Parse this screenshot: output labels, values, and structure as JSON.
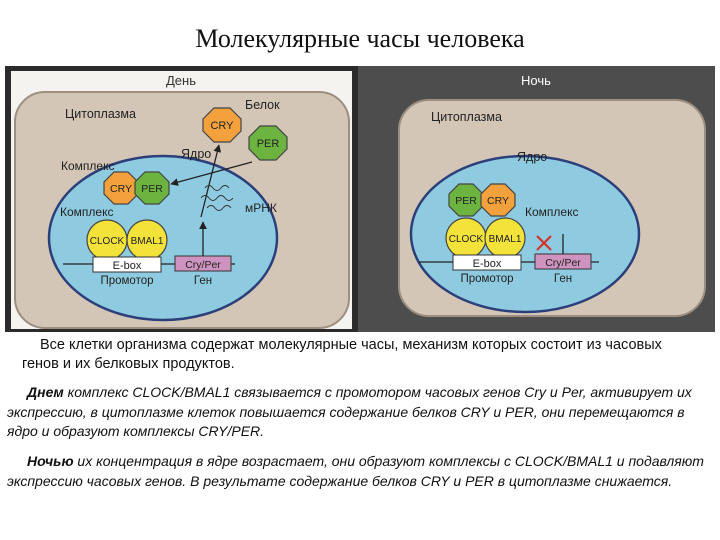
{
  "title": "Молекулярные часы человека",
  "colors": {
    "frame": "#2b2b2b",
    "day_bg": "#f4f3ef",
    "night_bg": "#4d4d4d",
    "cell": "#d4c6b6",
    "nucleus": "#8fcbe0",
    "cry": "#f2a13c",
    "per": "#6cb33f",
    "clock": "#f3e23a",
    "gene": "#cf93c0"
  },
  "day": {
    "header": "День",
    "cytoplasm": "Цитоплазма",
    "protein": "Белок",
    "cry": "CRY",
    "per": "PER",
    "complex_top": "Комплекс",
    "nucleus": "Ядро",
    "complex_cry": "CRY",
    "complex_per": "PER",
    "complex_mid": "Комплекс",
    "mrna": "мРНК",
    "clock": "CLOCK",
    "bmal": "BMAL1",
    "ebox": "E-box",
    "gene": "Cry/Per",
    "promoter": "Промотор",
    "gene_label": "Ген"
  },
  "night": {
    "header": "Ночь",
    "cytoplasm": "Цитоплазма",
    "nucleus": "Ядро",
    "per": "PER",
    "cry": "CRY",
    "complex": "Комплекс",
    "clock": "CLOCK",
    "bmal": "BMAL1",
    "ebox": "E-box",
    "gene": "Cry/Per",
    "promoter": "Промотор",
    "gene_label": "Ген"
  },
  "description": "Все клетки организма содержат молекулярные часы, механизм которых состоит из часовых генов и их белковых продуктов.",
  "para1": {
    "lead": "Днем",
    "text": " комплекс CLOCK/BMAL1 связывается с промотором часовых генов Cry и Per, активирует их экспрессию, в цитоплазме клеток повышается содержание белков CRY и PER, они перемещаются в ядро и образуют комплексы CRY/PER."
  },
  "para2": {
    "lead": "Ночью",
    "text": " их концентрация в ядре возрастает, они образуют комплексы с CLOCK/BMAL1 и подавляют экспрессию часовых генов. В результате содержание белков CRY и PER в цитоплазме снижается."
  }
}
